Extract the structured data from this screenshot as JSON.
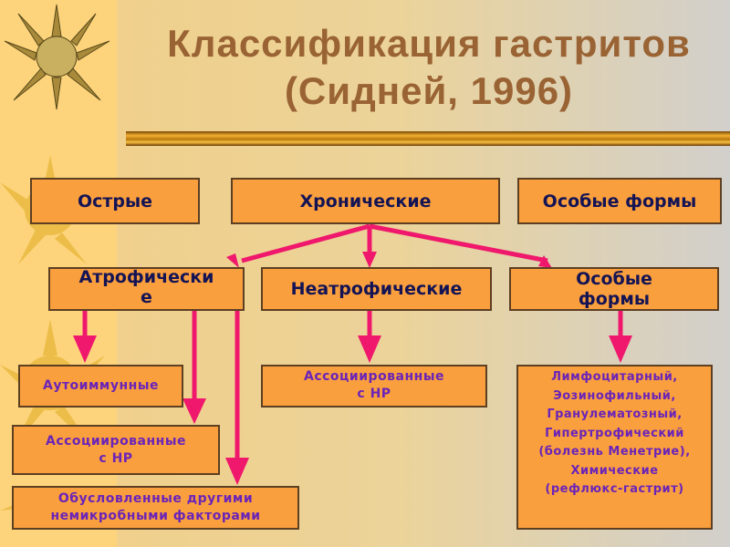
{
  "title": {
    "line1": "Классификация гастритов",
    "line2": "(Сидней, 1996)"
  },
  "level1": {
    "acute": "Острые",
    "chronic": "Хронические",
    "special": "Особые формы"
  },
  "level2": {
    "atrophic": "Атрофически е",
    "nonatrophic": "Неатрофические",
    "special": "Особые формы"
  },
  "level3": {
    "autoimmune": "Аутоиммунные",
    "hp_associated_atrophic": [
      "Ассоциированные",
      "с НР"
    ],
    "other_factors": [
      "Обусловленные другими",
      "немикробными факторами"
    ],
    "hp_associated_nonatrophic": [
      "Ассоциированные",
      "с НР"
    ],
    "special_forms": [
      "Лимфоцитарный,",
      "Эозинофильный,",
      "Гранулематозный,",
      "Гипертрофический",
      "(болезнь Менетрие),",
      "Химические",
      "(рефлюкс-гастрит)"
    ]
  },
  "colors": {
    "arrow": "#f0186c",
    "box": "#fa9f3d",
    "title": "#9a6334"
  }
}
